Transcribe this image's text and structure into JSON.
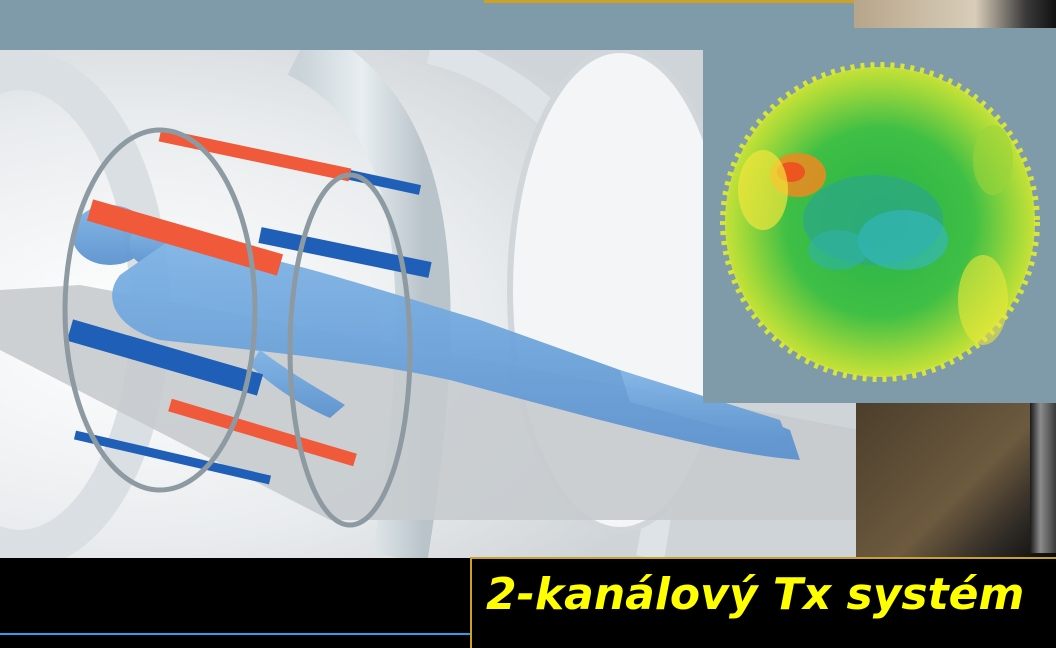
{
  "caption": {
    "text": "2-kanálový Tx systém",
    "color": "#ffff00"
  },
  "colors": {
    "panel_background": "#7f9aa8",
    "coil_red": "#f05a3a",
    "coil_blue": "#1f5fb8",
    "body_blue": "#6ea6de",
    "frame_gold": "#c9a227",
    "accent_blue": "#2a9df4"
  },
  "image_elements": [
    "mri-scanner",
    "patient-body",
    "transmit-coil",
    "field-heatmap"
  ]
}
